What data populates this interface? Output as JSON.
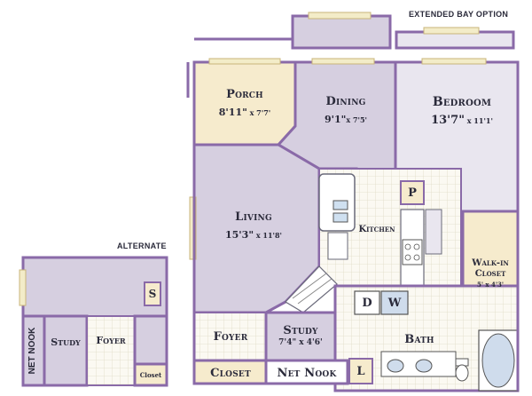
{
  "extended_bay_option": "EXTENDED BAY OPTION",
  "alternate": "ALTERNATE",
  "rooms": {
    "porch": {
      "name": "Porch",
      "dims_a": "8'11\"",
      "dims_b": " x 7'7'"
    },
    "dining": {
      "name": "Dining",
      "dims_a": "9'1\"",
      "dims_b": "x 7'5'"
    },
    "bedroom": {
      "name": "Bedroom",
      "dims_a": "13'7\"",
      "dims_b": " x 11'1'"
    },
    "living": {
      "name": "Living",
      "dims_a": "15'3\"",
      "dims_b": " x 11'8'"
    },
    "kitchen": {
      "name": "Kitchen"
    },
    "walkin": {
      "name_1": "Walk-in",
      "name_2": "Closet",
      "dims": "5' x 4'3'"
    },
    "foyer": {
      "name": "Foyer"
    },
    "study": {
      "name": "Study",
      "dims": "7'4\" x 4'6'"
    },
    "bath": {
      "name": "Bath"
    },
    "closet": {
      "name": "Closet"
    },
    "net_nook": {
      "name": "Net Nook"
    }
  },
  "fixtures": {
    "pantry": "P",
    "dryer": "D",
    "washer": "W",
    "linen": "L",
    "storage": "S"
  },
  "alt": {
    "net_nook": "NET NOOK",
    "study": "Study",
    "foyer": "Foyer",
    "closet": "Closet"
  }
}
